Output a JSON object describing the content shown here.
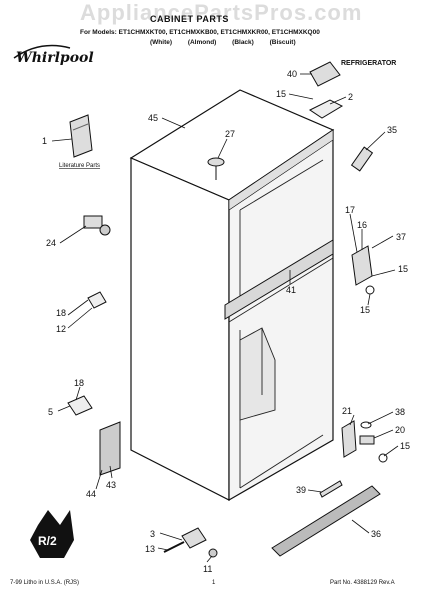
{
  "watermark": "AppliancePartsPros.com",
  "header": {
    "title": "CABINET PARTS",
    "models": "For Models: ET1CHMXKT00, ET1CHMXKB00, ET1CHMXKR00, ET1CHMXKQ00",
    "colors": "(White) (Almond) (Black) (Biscuit)",
    "section": "REFRIGERATOR",
    "brand": "Whirlpool"
  },
  "labels": {
    "literature": "Literature Parts"
  },
  "parts": [
    "40",
    "15",
    "2",
    "45",
    "27",
    "35",
    "1",
    "17",
    "16",
    "37",
    "24",
    "15",
    "41",
    "15",
    "18",
    "12",
    "18",
    "5",
    "21",
    "38",
    "20",
    "15",
    "44",
    "43",
    "39",
    "36",
    "3",
    "13",
    "11"
  ],
  "footer": {
    "left": "7-99 Litho in U.S.A. (RJS)",
    "center": "1",
    "right": "Part No. 4388129 Rev.A"
  },
  "logo_text": "R/2"
}
